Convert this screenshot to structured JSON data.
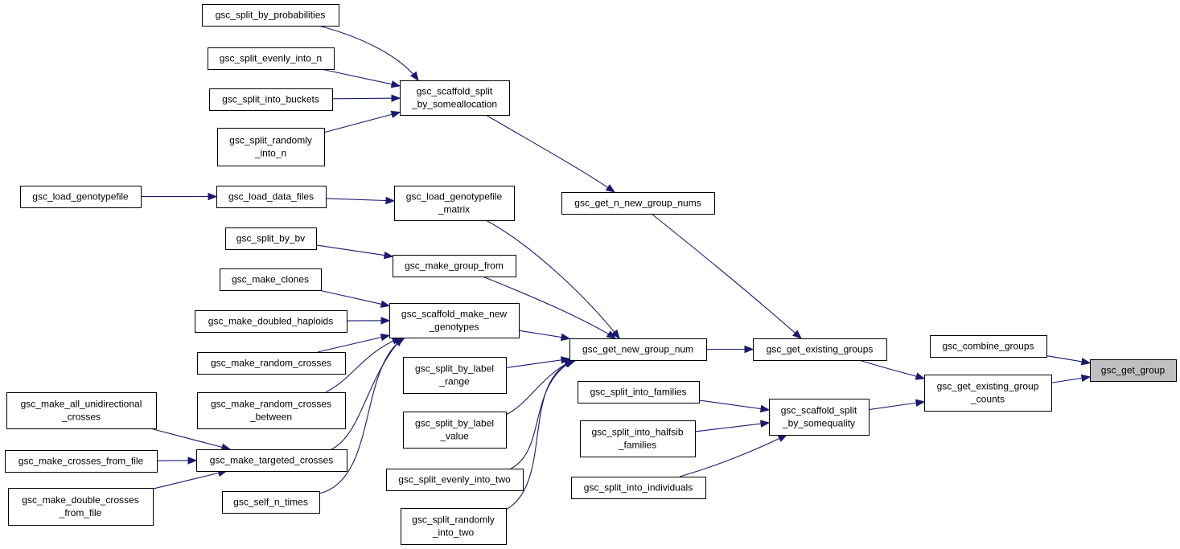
{
  "graph": {
    "highlighted": "gsc_get_group",
    "edge_color": "#191970",
    "highlight_fill": "#bfbfbf",
    "nodes": [
      {
        "id": "n_split_prob",
        "lines": [
          "gsc_split_by_probabilities"
        ]
      },
      {
        "id": "n_split_even_n",
        "lines": [
          "gsc_split_evenly_into_n"
        ]
      },
      {
        "id": "n_split_buckets",
        "lines": [
          "gsc_split_into_buckets"
        ]
      },
      {
        "id": "n_split_rand_n",
        "lines": [
          "gsc_split_randomly",
          "_into_n"
        ]
      },
      {
        "id": "n_scaf_alloc",
        "lines": [
          "gsc_scaffold_split",
          "_by_someallocation"
        ]
      },
      {
        "id": "n_load_geno",
        "lines": [
          "gsc_load_genotypefile"
        ]
      },
      {
        "id": "n_load_data",
        "lines": [
          "gsc_load_data_files"
        ]
      },
      {
        "id": "n_load_geno_mat",
        "lines": [
          "gsc_load_genotypefile",
          "_matrix"
        ]
      },
      {
        "id": "n_get_n_new",
        "lines": [
          "gsc_get_n_new_group_nums"
        ]
      },
      {
        "id": "n_split_bv",
        "lines": [
          "gsc_split_by_bv"
        ]
      },
      {
        "id": "n_make_group",
        "lines": [
          "gsc_make_group_from"
        ]
      },
      {
        "id": "n_clones",
        "lines": [
          "gsc_make_clones"
        ]
      },
      {
        "id": "n_dh",
        "lines": [
          "gsc_make_doubled_haploids"
        ]
      },
      {
        "id": "n_rand_cross",
        "lines": [
          "gsc_make_random_crosses"
        ]
      },
      {
        "id": "n_rand_cross_btw",
        "lines": [
          "gsc_make_random_crosses",
          "_between"
        ]
      },
      {
        "id": "n_scaf_make",
        "lines": [
          "gsc_scaffold_make_new",
          "_genotypes"
        ]
      },
      {
        "id": "n_all_uni",
        "lines": [
          "gsc_make_all_unidirectional",
          "_crosses"
        ]
      },
      {
        "id": "n_cross_file",
        "lines": [
          "gsc_make_crosses_from_file"
        ]
      },
      {
        "id": "n_dbl_cross_file",
        "lines": [
          "gsc_make_double_crosses",
          "_from_file"
        ]
      },
      {
        "id": "n_targeted",
        "lines": [
          "gsc_make_targeted_crosses"
        ]
      },
      {
        "id": "n_self",
        "lines": [
          "gsc_self_n_times"
        ]
      },
      {
        "id": "n_label_range",
        "lines": [
          "gsc_split_by_label",
          "_range"
        ]
      },
      {
        "id": "n_label_value",
        "lines": [
          "gsc_split_by_label",
          "_value"
        ]
      },
      {
        "id": "n_even_two",
        "lines": [
          "gsc_split_evenly_into_two"
        ]
      },
      {
        "id": "n_rand_two",
        "lines": [
          "gsc_split_randomly",
          "_into_two"
        ]
      },
      {
        "id": "n_get_new",
        "lines": [
          "gsc_get_new_group_num"
        ]
      },
      {
        "id": "n_families",
        "lines": [
          "gsc_split_into_families"
        ]
      },
      {
        "id": "n_halfsib",
        "lines": [
          "gsc_split_into_halfsib",
          "_families"
        ]
      },
      {
        "id": "n_individuals",
        "lines": [
          "gsc_split_into_individuals"
        ]
      },
      {
        "id": "n_scaf_eq",
        "lines": [
          "gsc_scaffold_split",
          "_by_somequality"
        ]
      },
      {
        "id": "n_existing",
        "lines": [
          "gsc_get_existing_groups"
        ]
      },
      {
        "id": "n_existing_counts",
        "lines": [
          "gsc_get_existing_group",
          "_counts"
        ]
      },
      {
        "id": "n_combine",
        "lines": [
          "gsc_combine_groups"
        ]
      },
      {
        "id": "n_get_group",
        "lines": [
          "gsc_get_group"
        ]
      }
    ],
    "edges": [
      [
        "n_split_prob",
        "n_scaf_alloc"
      ],
      [
        "n_split_even_n",
        "n_scaf_alloc"
      ],
      [
        "n_split_buckets",
        "n_scaf_alloc"
      ],
      [
        "n_split_rand_n",
        "n_scaf_alloc"
      ],
      [
        "n_scaf_alloc",
        "n_get_n_new"
      ],
      [
        "n_load_geno",
        "n_load_data"
      ],
      [
        "n_load_data",
        "n_load_geno_mat"
      ],
      [
        "n_load_geno_mat",
        "n_get_new"
      ],
      [
        "n_get_n_new",
        "n_existing"
      ],
      [
        "n_split_bv",
        "n_make_group"
      ],
      [
        "n_make_group",
        "n_get_new"
      ],
      [
        "n_clones",
        "n_scaf_make"
      ],
      [
        "n_dh",
        "n_scaf_make"
      ],
      [
        "n_rand_cross",
        "n_scaf_make"
      ],
      [
        "n_rand_cross_btw",
        "n_scaf_make"
      ],
      [
        "n_targeted",
        "n_scaf_make"
      ],
      [
        "n_self",
        "n_scaf_make"
      ],
      [
        "n_scaf_make",
        "n_get_new"
      ],
      [
        "n_all_uni",
        "n_targeted"
      ],
      [
        "n_cross_file",
        "n_targeted"
      ],
      [
        "n_dbl_cross_file",
        "n_targeted"
      ],
      [
        "n_label_range",
        "n_get_new"
      ],
      [
        "n_label_value",
        "n_get_new"
      ],
      [
        "n_even_two",
        "n_get_new"
      ],
      [
        "n_rand_two",
        "n_get_new"
      ],
      [
        "n_get_new",
        "n_existing"
      ],
      [
        "n_existing",
        "n_existing_counts"
      ],
      [
        "n_families",
        "n_scaf_eq"
      ],
      [
        "n_halfsib",
        "n_scaf_eq"
      ],
      [
        "n_individuals",
        "n_scaf_eq"
      ],
      [
        "n_scaf_eq",
        "n_existing_counts"
      ],
      [
        "n_existing_counts",
        "n_get_group"
      ],
      [
        "n_combine",
        "n_get_group"
      ]
    ]
  }
}
